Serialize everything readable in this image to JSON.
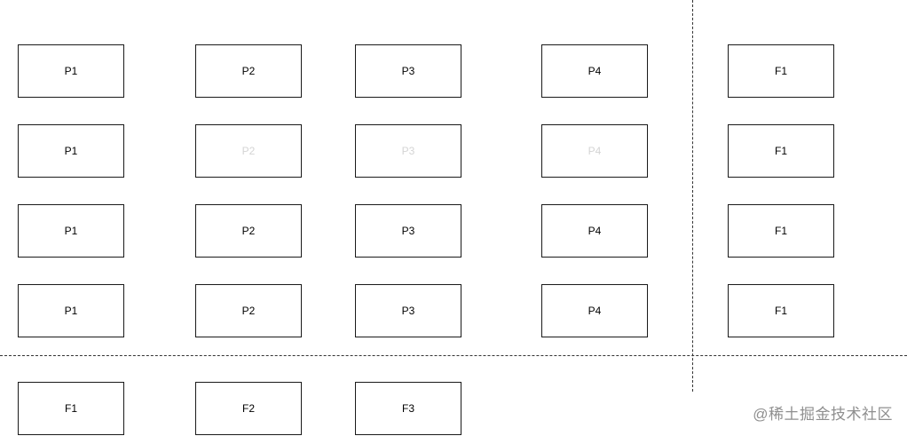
{
  "rows": [
    [
      "P1",
      "P2",
      "P3",
      "P4",
      "F1"
    ],
    [
      "P1",
      "P2",
      "P3",
      "P4",
      "F1"
    ],
    [
      "P1",
      "P2",
      "P3",
      "P4",
      "F1"
    ],
    [
      "P1",
      "P2",
      "P3",
      "P4",
      "F1"
    ],
    [
      "F1",
      "F2",
      "F3"
    ]
  ],
  "faded_label_color": "#d4d4d4",
  "watermark": "@稀土掘金技术社区"
}
